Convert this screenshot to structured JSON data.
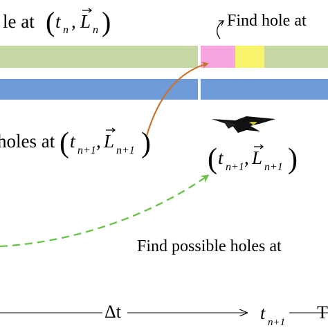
{
  "labels": {
    "top_left_text": "le at",
    "top_left_t": "t",
    "top_left_t_sub": "n",
    "top_left_L": "L",
    "top_left_L_sub": "n",
    "top_right_text": "Find hole at",
    "middle_left_text": "holes at",
    "middle_left_t": "t",
    "middle_left_t_sub": "n+1",
    "middle_left_L": "L",
    "middle_left_L_sub": "n+1",
    "mid_right_t": "t",
    "mid_right_t_sub": "n+1",
    "mid_right_L": "L",
    "mid_right_L_sub": "n+1",
    "bottom_text": "Find possible holes at",
    "axis_delta": "Δt",
    "axis_tn1_t": "t",
    "axis_tn1_sub": "n+1",
    "axis_right_edge": "T",
    "comma": ","
  },
  "colors": {
    "band_green": "#c5d8a4",
    "band_blue": "#6f9bd8",
    "hole_pink": "#f7a3dd",
    "hole_yellow": "#f7f36b",
    "arrow_orange": "#c8742f",
    "arrow_green_dashed": "#6ec24f"
  },
  "icons": {
    "aircraft": "stealth-aircraft-icon"
  }
}
